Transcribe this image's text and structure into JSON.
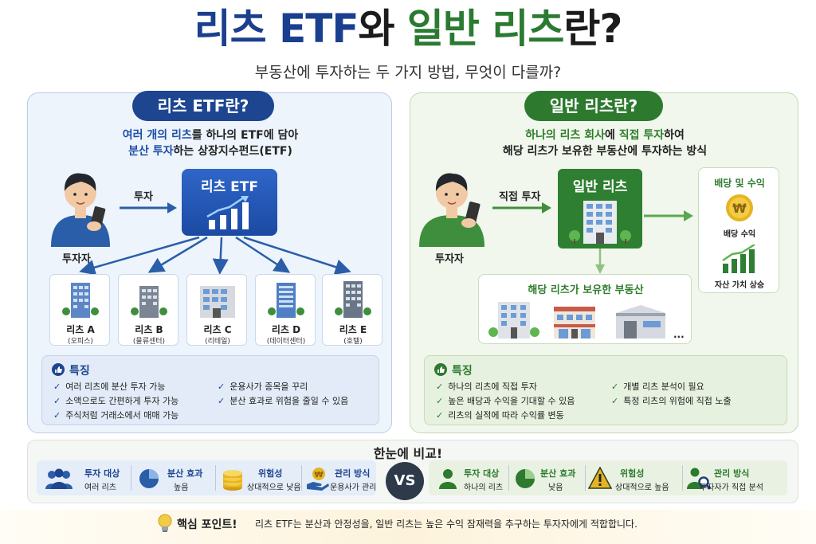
{
  "title": {
    "part1": "리츠 ETF",
    "part2": "와 ",
    "part3": "일반 리츠",
    "part4": "란?"
  },
  "subtitle": "부동산에 투자하는 두 가지 방법, 무엇이 다를까?",
  "left": {
    "pill": "리츠 ETF란?",
    "desc_line1_hl": "여러 개의 리츠",
    "desc_line1_rest": "를 하나의 ETF에 담아",
    "desc_line2_hl": "분산 투자",
    "desc_line2_rest": "하는 상장지수펀드(ETF)",
    "investor_label": "투자자",
    "arrow_label": "투자",
    "etf_box_title": "리츠 ETF",
    "reits": [
      {
        "name": "리츠 A",
        "type": "(오피스)"
      },
      {
        "name": "리츠 B",
        "type": "(물류센터)"
      },
      {
        "name": "리츠 C",
        "type": "(리테일)"
      },
      {
        "name": "리츠 D",
        "type": "(데이터센터)"
      },
      {
        "name": "리츠 E",
        "type": "(호텔)"
      }
    ],
    "features_title": "특징",
    "features": [
      "여러 리츠에 분산 투자 가능",
      "소액으로도 간편하게 투자 가능",
      "주식처럼 거래소에서 매매 가능",
      "운용사가 종목을 꾸리",
      "분산 효과로 위험을 줄일 수 있음"
    ]
  },
  "right": {
    "pill": "일반 리츠란?",
    "desc_line1_hl1": "하나의 리츠 회사",
    "desc_line1_mid": "에 ",
    "desc_line1_hl2": "직접 투자",
    "desc_line1_rest": "하여",
    "desc_line2": "해당 리츠가 보유한 부동산에 투자하는 방식",
    "investor_label": "투자자",
    "arrow_label": "직접 투자",
    "reit_box_title": "일반 리츠",
    "property_title": "해당 리츠가 보유한 부동산",
    "property_more": "...",
    "dividend_title": "배당 및 수익",
    "dividend_label": "배당 수익",
    "asset_label": "자산 가치 상승",
    "features_title": "특징",
    "features": [
      "하나의 리츠에 직접 투자",
      "높은 배당과 수익을 기대할 수 있음",
      "리츠의 실적에 따라 수익률 변동",
      "개별 리츠 분석이 필요",
      "특정 리츠의 위험에 직접 노출"
    ]
  },
  "compare": {
    "title": "한눈에 비교!",
    "vs": "VS",
    "left": [
      {
        "label": "투자 대상",
        "value": "여러 리츠"
      },
      {
        "label": "분산 효과",
        "value": "높음"
      },
      {
        "label": "위험성",
        "value": "상대적으로 낮음"
      },
      {
        "label": "관리 방식",
        "value": "운용사가 관리"
      }
    ],
    "right": [
      {
        "label": "투자 대상",
        "value": "하나의 리츠"
      },
      {
        "label": "분산 효과",
        "value": "낮음"
      },
      {
        "label": "위험성",
        "value": "상대적으로 높음"
      },
      {
        "label": "관리 방식",
        "value": "투자자가 직접 분석"
      }
    ]
  },
  "key_point": {
    "label": "핵심 포인트!",
    "text": "리츠 ETF는 분산과 안정성을, 일반 리츠는 높은 수익 잠재력을 추구하는 투자자에게 적합합니다."
  },
  "colors": {
    "navy": "#1d4590",
    "green": "#2d7a2f",
    "gold": "#e6b422"
  }
}
